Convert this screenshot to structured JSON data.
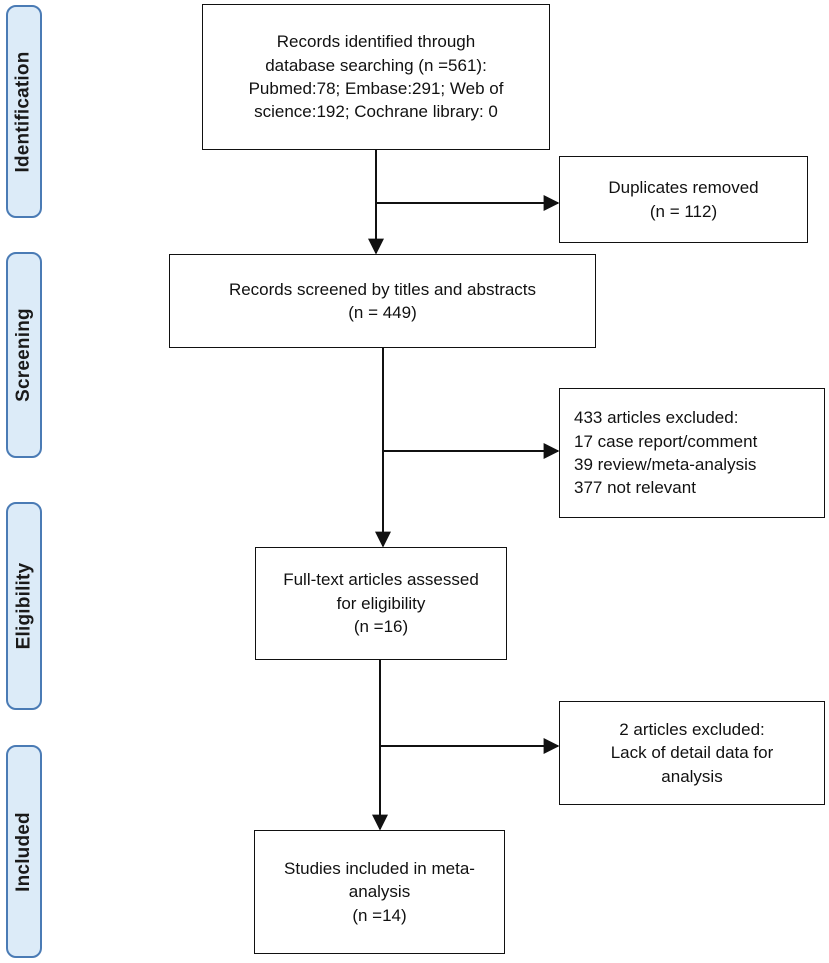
{
  "stages": {
    "identification": "Identification",
    "screening": "Screening",
    "eligibility": "Eligibility",
    "included": "Included"
  },
  "boxes": {
    "records_identified": [
      "Records identified through",
      "database searching (n =561):",
      "Pubmed:78; Embase:291; Web of",
      "science:192; Cochrane library: 0"
    ],
    "duplicates_removed": [
      "Duplicates removed",
      "(n = 112)"
    ],
    "records_screened": [
      "Records screened by titles and abstracts",
      "(n = 449)"
    ],
    "articles_excluded_screening": [
      "433 articles excluded:",
      "17 case report/comment",
      "39 review/meta-analysis",
      "377 not relevant"
    ],
    "fulltext_assessed": [
      "Full-text articles assessed",
      "for eligibility",
      "(n =16)"
    ],
    "articles_excluded_fulltext": [
      "2 articles excluded:",
      "Lack of detail data for",
      "analysis"
    ],
    "studies_included": [
      "Studies included in meta-",
      "analysis",
      "(n =14)"
    ]
  }
}
